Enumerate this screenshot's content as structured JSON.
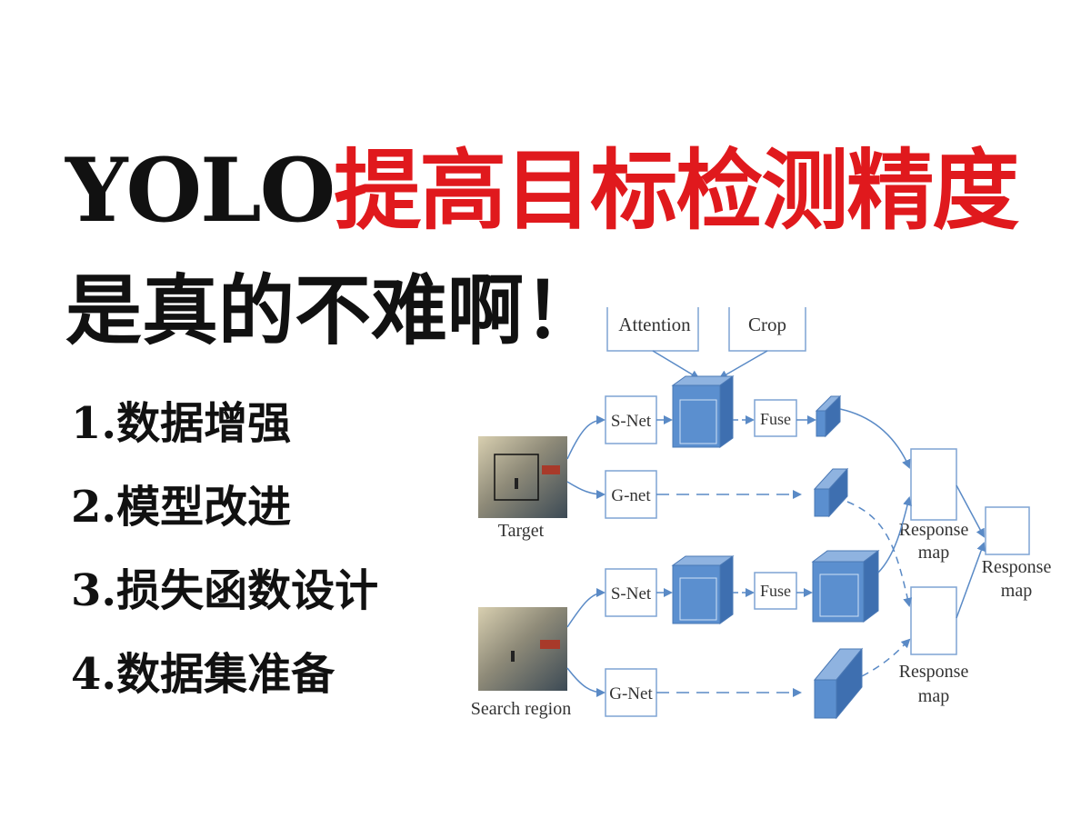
{
  "title": {
    "prefix": "YOLO",
    "highlight": "提高目标检测精度",
    "line2": "是真的不难啊！"
  },
  "tips": [
    "1.数据增强",
    "2.模型改进",
    "3.损失函数设计",
    "4.数据集准备"
  ],
  "diagram": {
    "attention": "Attention",
    "crop": "Crop",
    "snet_top": "S-Net",
    "gnet_top": "G-net",
    "snet_bottom": "S-Net",
    "gnet_bottom": "G-Net",
    "fuse_top": "Fuse",
    "fuse_bottom": "Fuse",
    "target": "Target",
    "search_region": "Search region",
    "response_top_1": "Response",
    "response_top_2": "map",
    "response_final_1": "Response",
    "response_final_2": "map",
    "response_bottom_1": "Response",
    "response_bottom_2": "map"
  },
  "colors": {
    "title_red": "#e0191d",
    "block_blue": "#5b8fcf",
    "arrow_blue": "#5a8ac6"
  }
}
